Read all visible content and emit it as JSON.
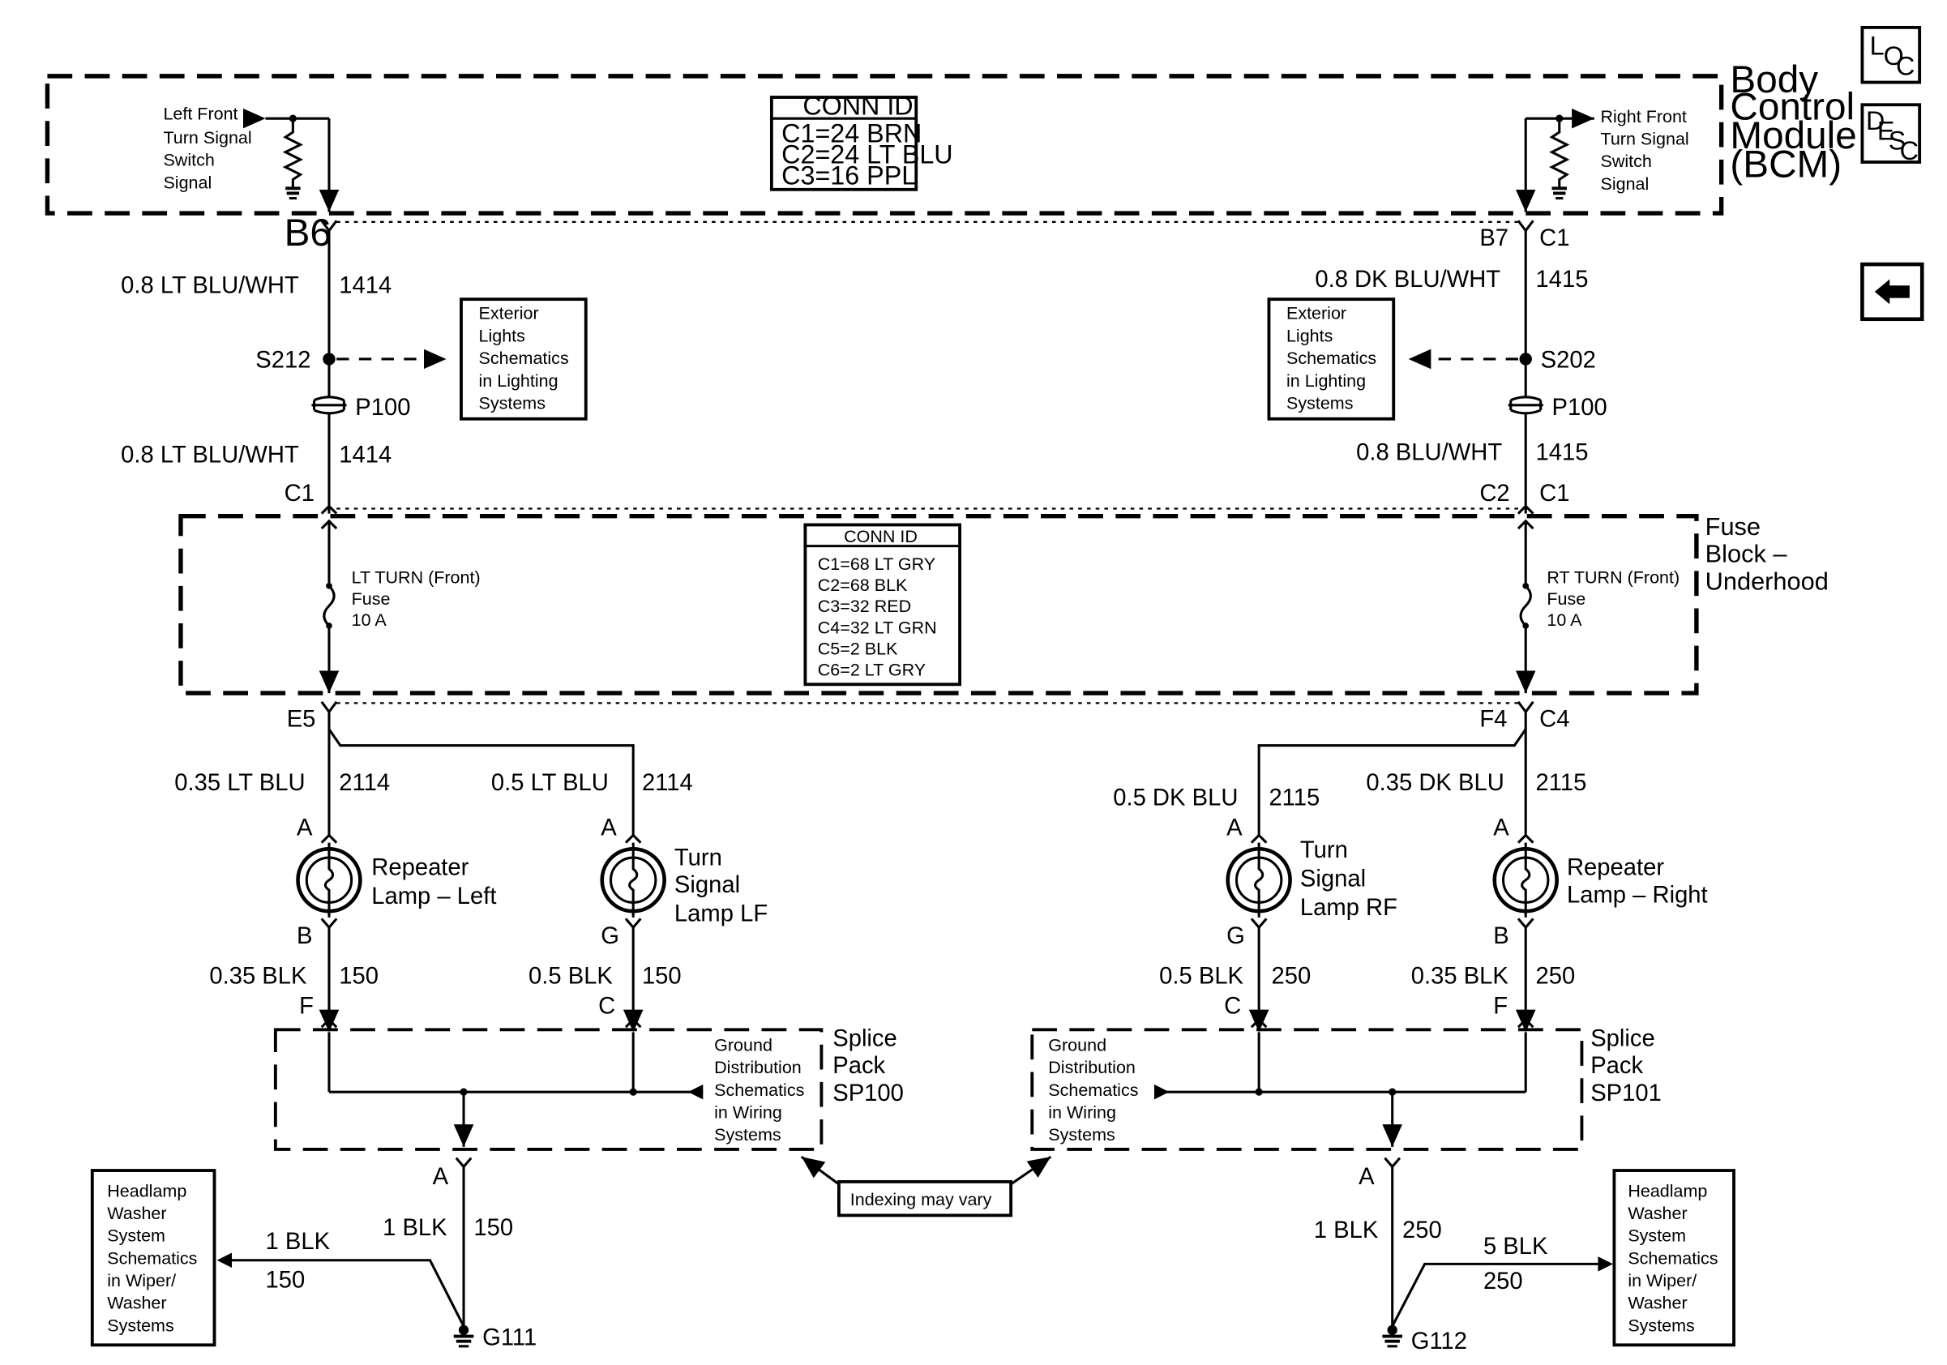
{
  "nav": {
    "loc": {
      "l": "L",
      "o": "O",
      "c": "C"
    },
    "desc": {
      "d": "D",
      "e": "E",
      "s": "S",
      "c": "C"
    },
    "back_icon": "left-arrow-icon"
  },
  "bcm": {
    "name_lines": [
      "Body",
      "Control",
      "Module",
      "(BCM)"
    ],
    "conn_id": {
      "title": "CONN ID",
      "rows": [
        "C1=24 BRN",
        "C2=24 LT BLU",
        "C3=16 PPL"
      ]
    },
    "left_signal": [
      "Left Front",
      "Turn Signal",
      "Switch",
      "Signal"
    ],
    "right_signal": [
      "Right Front",
      "Turn Signal",
      "Switch",
      "Signal"
    ]
  },
  "fuse_block": {
    "name_lines": [
      "Fuse",
      "Block –",
      "Underhood"
    ],
    "conn_id": {
      "title": "CONN ID",
      "rows": [
        "C1=68 LT GRY",
        "C2=68 BLK",
        "C3=32 RED",
        "C4=32 LT GRN",
        "C5=2 BLK",
        "C6=2 LT GRY"
      ]
    },
    "left_fuse": [
      "LT TURN (Front)",
      "Fuse",
      "10 A"
    ],
    "right_fuse": [
      "RT TURN (Front)",
      "Fuse",
      "10 A"
    ]
  },
  "left_upper": {
    "pin_b6": "B6",
    "wire1": "0.8 LT BLU/WHT",
    "circuit1": "1414",
    "splice": "S212",
    "ref_box": [
      "Exterior",
      "Lights",
      "Schematics",
      "in Lighting",
      "Systems"
    ],
    "connector": "P100",
    "wire2": "0.8 LT BLU/WHT",
    "circuit2": "1414",
    "pin_c1": "C1"
  },
  "right_upper": {
    "pin_b7": "B7",
    "pin_c1_top": "C1",
    "wire1": "0.8 DK BLU/WHT",
    "circuit1": "1415",
    "splice": "S202",
    "ref_box": [
      "Exterior",
      "Lights",
      "Schematics",
      "in Lighting",
      "Systems"
    ],
    "connector": "P100",
    "wire2": "0.8 BLU/WHT",
    "circuit2": "1415",
    "pin_c2": "C2",
    "pin_c1": "C1"
  },
  "left_lower": {
    "pin_e5": "E5",
    "rep_wire": "0.35 LT BLU",
    "rep_circuit": "2114",
    "ts_wire": "0.5 LT BLU",
    "ts_circuit": "2114",
    "rep_pin_a": "A",
    "rep_pin_b": "B",
    "rep_name": [
      "Repeater",
      "Lamp – Left"
    ],
    "ts_pin_a": "A",
    "ts_pin_g": "G",
    "ts_name": [
      "Turn",
      "Signal",
      "Lamp LF"
    ],
    "rep_gnd_wire": "0.35 BLK",
    "rep_gnd_circuit": "150",
    "ts_gnd_wire": "0.5 BLK",
    "ts_gnd_circuit": "150",
    "rep_pin_f": "F",
    "ts_pin_c": "C",
    "splice_pack": [
      "Splice",
      "Pack",
      "SP100"
    ],
    "gnd_ref": [
      "Ground",
      "Distribution",
      "Schematics",
      "in Wiring",
      "Systems"
    ],
    "pin_a": "A",
    "main_wire": "1 BLK",
    "main_circuit": "150",
    "hw_wire": "1 BLK",
    "hw_circuit": "150",
    "hw_box": [
      "Headlamp",
      "Washer",
      "System",
      "Schematics",
      "in Wiper/",
      "Washer",
      "Systems"
    ],
    "ground": "G111"
  },
  "right_lower": {
    "pin_f4": "F4",
    "pin_c4": "C4",
    "ts_wire": "0.5 DK BLU",
    "ts_circuit": "2115",
    "rep_wire": "0.35 DK BLU",
    "rep_circuit": "2115",
    "ts_pin_a": "A",
    "ts_pin_g": "G",
    "ts_name": [
      "Turn",
      "Signal",
      "Lamp RF"
    ],
    "rep_pin_a": "A",
    "rep_pin_b": "B",
    "rep_name": [
      "Repeater",
      "Lamp – Right"
    ],
    "ts_gnd_wire": "0.5 BLK",
    "ts_gnd_circuit": "250",
    "rep_gnd_wire": "0.35 BLK",
    "rep_gnd_circuit": "250",
    "ts_pin_c": "C",
    "rep_pin_f": "F",
    "splice_pack": [
      "Splice",
      "Pack",
      "SP101"
    ],
    "gnd_ref": [
      "Ground",
      "Distribution",
      "Schematics",
      "in Wiring",
      "Systems"
    ],
    "pin_a": "A",
    "main_wire": "1 BLK",
    "main_circuit": "250",
    "hw_wire": "5 BLK",
    "hw_circuit": "250",
    "hw_box": [
      "Headlamp",
      "Washer",
      "System",
      "Schematics",
      "in Wiper/",
      "Washer",
      "Systems"
    ],
    "ground": "G112"
  },
  "indexing_note": "Indexing may vary"
}
